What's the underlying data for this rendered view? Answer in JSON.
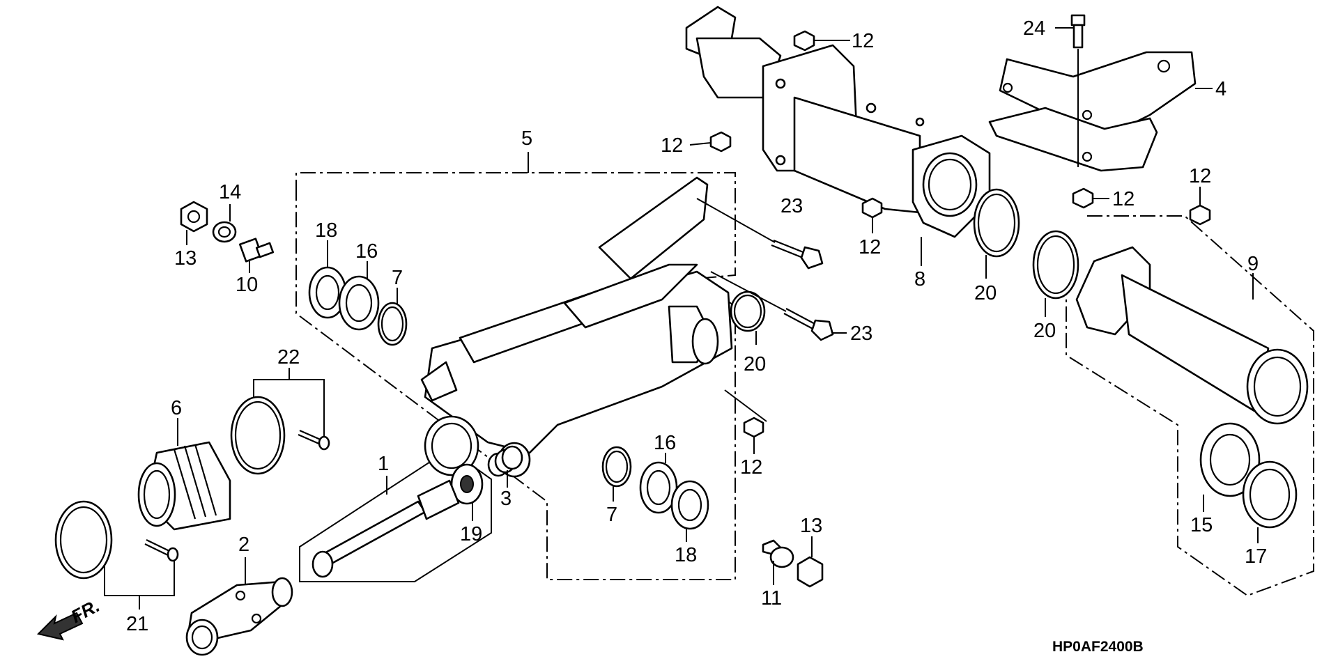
{
  "diagram_code": "HP0AF2400B",
  "direction_label": "FR.",
  "callouts": [
    {
      "id": "c1",
      "text": "1"
    },
    {
      "id": "c2",
      "text": "2"
    },
    {
      "id": "c3",
      "text": "3"
    },
    {
      "id": "c4",
      "text": "4"
    },
    {
      "id": "c5",
      "text": "5"
    },
    {
      "id": "c6",
      "text": "6"
    },
    {
      "id": "c7a",
      "text": "7"
    },
    {
      "id": "c7b",
      "text": "7"
    },
    {
      "id": "c8",
      "text": "8"
    },
    {
      "id": "c9",
      "text": "9"
    },
    {
      "id": "c10",
      "text": "10"
    },
    {
      "id": "c11",
      "text": "11"
    },
    {
      "id": "c12a",
      "text": "12"
    },
    {
      "id": "c12b",
      "text": "12"
    },
    {
      "id": "c12c",
      "text": "12"
    },
    {
      "id": "c12d",
      "text": "12"
    },
    {
      "id": "c12e",
      "text": "12"
    },
    {
      "id": "c12f",
      "text": "12"
    },
    {
      "id": "c13a",
      "text": "13"
    },
    {
      "id": "c13b",
      "text": "13"
    },
    {
      "id": "c14",
      "text": "14"
    },
    {
      "id": "c15",
      "text": "15"
    },
    {
      "id": "c16a",
      "text": "16"
    },
    {
      "id": "c16b",
      "text": "16"
    },
    {
      "id": "c17",
      "text": "17"
    },
    {
      "id": "c18a",
      "text": "18"
    },
    {
      "id": "c18b",
      "text": "18"
    },
    {
      "id": "c19",
      "text": "19"
    },
    {
      "id": "c20a",
      "text": "20"
    },
    {
      "id": "c20b",
      "text": "20"
    },
    {
      "id": "c20c",
      "text": "20"
    },
    {
      "id": "c21",
      "text": "21"
    },
    {
      "id": "c22",
      "text": "22"
    },
    {
      "id": "c23a",
      "text": "23"
    },
    {
      "id": "c23b",
      "text": "23"
    },
    {
      "id": "c24",
      "text": "24"
    }
  ]
}
